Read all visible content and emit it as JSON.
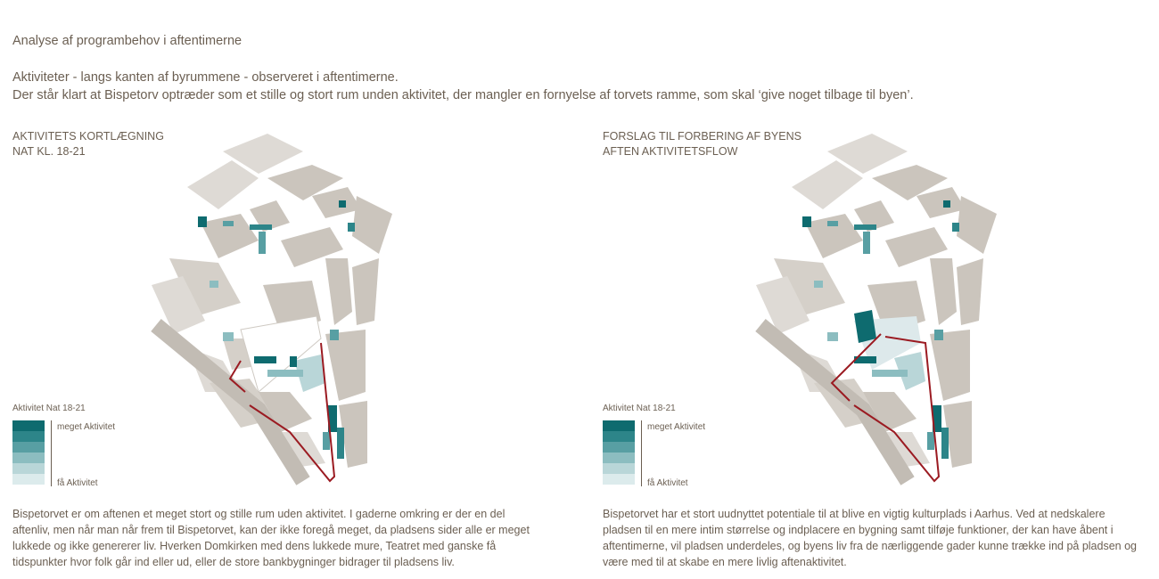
{
  "title": "Analyse af programbehov i aftentimerne",
  "subtitle_line1": "Aktiviteter - langs kanten af byrummene - observeret i aftentimerne.",
  "subtitle_line2": "Der står klart at Bispetorv optræder som et stille og stort rum unden aktivitet, der mangler en fornyelse af torvets ramme, som skal ‘give noget tilbage til byen’.",
  "left": {
    "heading_line1": "AKTIVITETS KORTLÆGNING",
    "heading_line2": "NAT KL. 18-21",
    "description": [
      "Bispetorvet er om aftenen et meget stort og stille rum uden aktivitet. I gaderne omkring er der en del",
      "aftenliv, men når man når frem til Bispetorvet, kan der ikke foregå meget, da pladsens sider alle er meget",
      " lukkede og ikke genererer liv. Hverken Domkirken med dens lukkede mure, Teatret med ganske få",
      "tidspunkter hvor folk går ind eller ud, eller de store bankbygninger bidrager til pladsens liv."
    ]
  },
  "right": {
    "heading_line1": "FORSLAG TIL FORBERING AF BYENS",
    "heading_line2": "AFTEN AKTIVITETSFLOW",
    "description": [
      "Bispetorvet har et stort uudnyttet potentiale til at blive en vigtig kulturplads i Aarhus. Ved at nedskalere",
      "pladsen til en mere intim størrelse og indplacere en bygning samt tilføje funktioner, der kan have åbent i",
      "aftentimerne, vil pladsen underdeles, og byens liv fra de nærliggende gader kunne trække ind på pladsen og",
      "være med til at skabe en mere livlig aftenaktivitet."
    ]
  },
  "legend": {
    "title": "Aktivitet Nat  18-21",
    "high": "meget Aktivitet",
    "low": "få Aktivitet",
    "colors": [
      "#0e6b6f",
      "#2d8589",
      "#589fa3",
      "#8cbdc0",
      "#b9d6d8",
      "#dcebec"
    ]
  },
  "colors": {
    "text": "#6b5f52",
    "building": "#cbc5bd",
    "building_light": "#dedad5",
    "arrow": "#9b1b22",
    "square_fill": "#dde9eb"
  }
}
